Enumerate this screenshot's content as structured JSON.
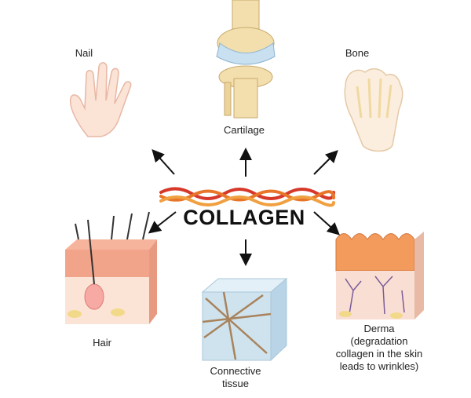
{
  "title": "COLLAGEN",
  "labels": {
    "nail": "Nail",
    "cartilage": "Cartilage",
    "bone": "Bone",
    "hair": "Hair",
    "connective": [
      "Connective",
      "tissue"
    ],
    "derma": [
      "Derma",
      "(degradation",
      "collagen in the skin",
      "leads to wrinkles)"
    ]
  },
  "colors": {
    "fiber_orange": "#e8762a",
    "fiber_red": "#d6382a",
    "skin": "#f4b79a",
    "tissue": "#cfe3ef",
    "arrow": "#111111"
  }
}
